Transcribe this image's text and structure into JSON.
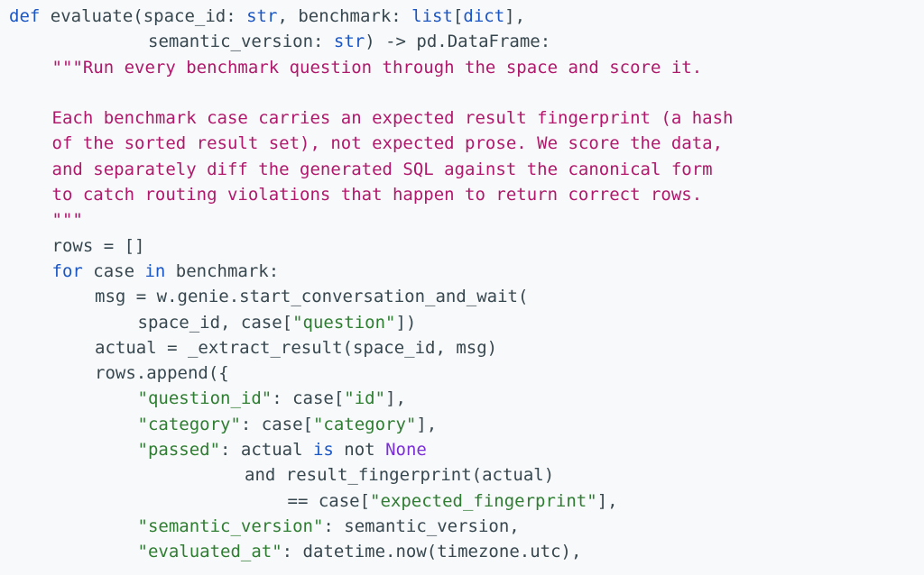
{
  "code": {
    "language": "python",
    "colors": {
      "background": "#f8f9fa",
      "text": "#37474f",
      "keyword": "#1a56c4",
      "string": "#2e7d32",
      "docstring": "#b0186c",
      "constant": "#7b2fd6"
    },
    "tokens": {
      "def": "def",
      "func_sig": " evaluate(space_id: ",
      "str_type": "str",
      "comma_benchmark": ", benchmark: ",
      "list_type": "list",
      "open_bracket": "[",
      "dict_type": "dict",
      "close_bracket_comma": "],",
      "semantic_version_param": "semantic_version: ",
      "str_type2": "str",
      "return_annot": ") -> pd.DataFrame:",
      "doc_line_1": "\"\"\"Run every benchmark question through the space and score it.",
      "doc_line_2": "Each benchmark case carries an expected result fingerprint (a hash",
      "doc_line_3": "of the sorted result set), not expected prose. We score the data,",
      "doc_line_4": "and separately diff the generated SQL against the canonical form",
      "doc_line_5": "to catch routing violations that happen to return correct rows.",
      "doc_close": "\"\"\"",
      "rows_init": "rows = []",
      "for_kw": "for",
      "for_case": " case ",
      "in_kw": "in",
      "for_benchmark": " benchmark:",
      "msg_call": "msg = w.genie.start_conversation_and_wait(",
      "space_case": "space_id, case[",
      "question_key": "\"question\"",
      "close_paren": "])",
      "actual_line": "actual = _extract_result(space_id, msg)",
      "rows_append": "rows.append({",
      "question_id_key": "\"question_id\"",
      "case_open": ": case[",
      "id_key": "\"id\"",
      "close_bracket_comma2": "],",
      "category_key": "\"category\"",
      "case_open2": ": case[",
      "category_key2": "\"category\"",
      "close_bracket_comma3": "],",
      "passed_key": "\"passed\"",
      "passed_actual": ": actual ",
      "is_kw": "is",
      "not_text": " not ",
      "none_const": "None",
      "and_line": "and result_fingerprint(actual)",
      "eq_case": "== case[",
      "expected_fp_key": "\"expected_fingerprint\"",
      "close_bracket_comma4": "],",
      "semver_key": "\"semantic_version\"",
      "semver_value": ": semantic_version,",
      "evaluated_key": "\"evaluated_at\"",
      "evaluated_value": ": datetime.now(timezone.utc),"
    }
  }
}
